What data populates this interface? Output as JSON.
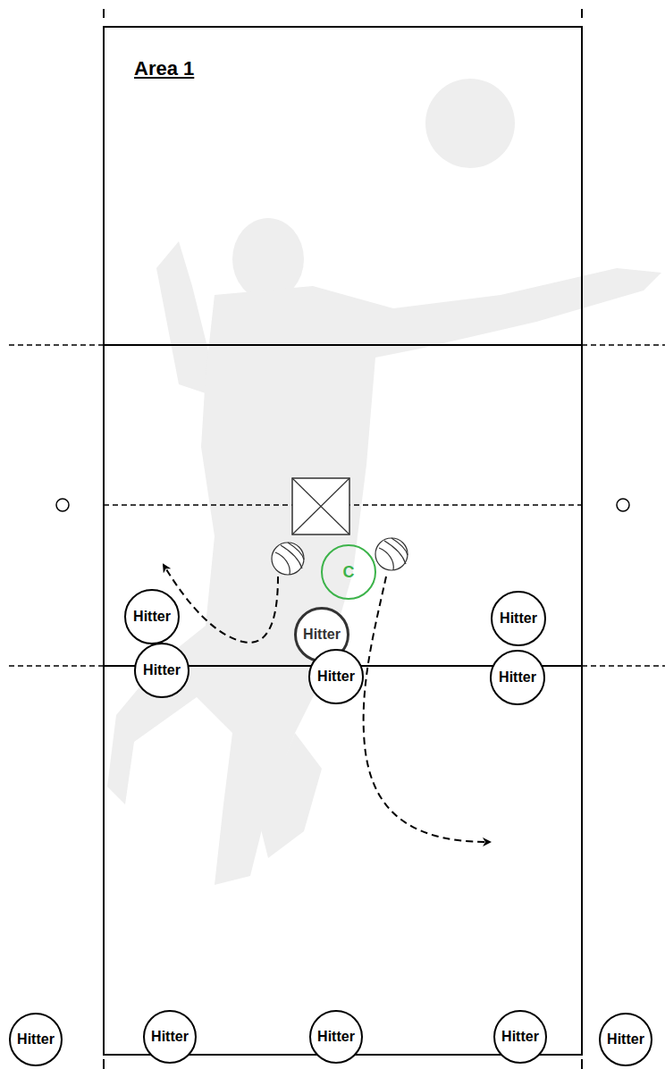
{
  "diagram": {
    "title": "Area 1",
    "nodes": [
      {
        "text": [
          "C"
        ]
      },
      {
        "text": [
          "Hitter"
        ]
      },
      {
        "text": [
          "Hitter"
        ]
      },
      {
        "text": [
          "Hitter"
        ]
      },
      {
        "text": [
          "Hitter"
        ]
      },
      {
        "text": [
          "Hitter"
        ]
      },
      {
        "text": [
          "Hitter"
        ]
      },
      {
        "text": [
          "Hitter"
        ]
      },
      {
        "text": [
          "Hitter"
        ]
      },
      {
        "text": [
          "Hitter"
        ]
      },
      {
        "text": [
          "Hitter"
        ]
      },
      {
        "text": [
          "Hitter"
        ]
      }
    ]
  }
}
